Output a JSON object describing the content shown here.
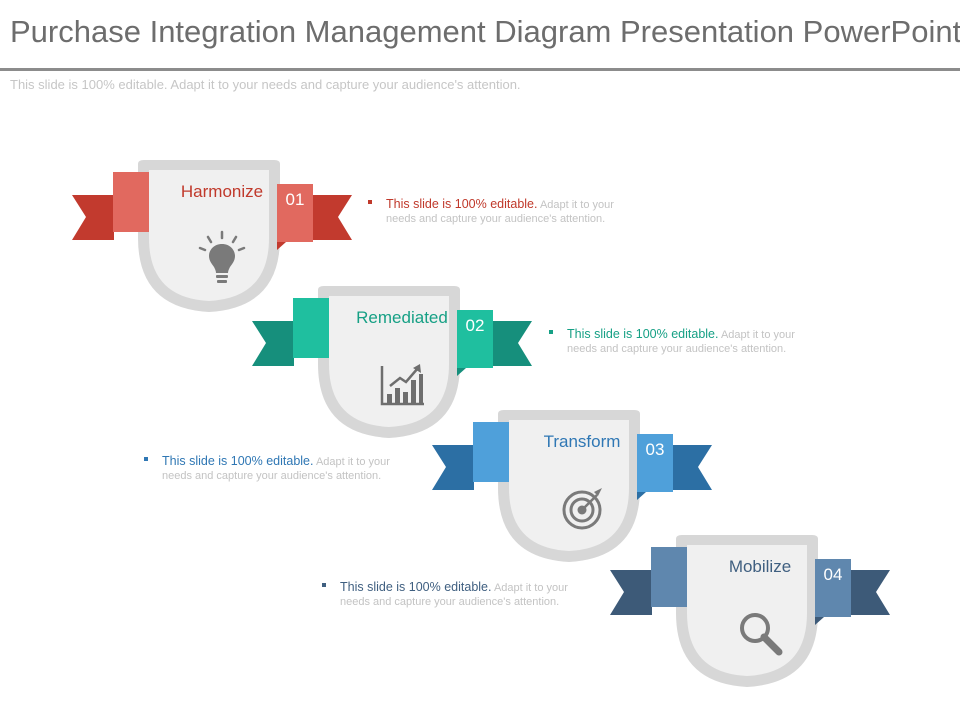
{
  "header": {
    "title": "Purchase Integration Management Diagram Presentation PowerPoint",
    "subtitle": "This slide is 100% editable. Adapt it to your needs and capture your audience's attention."
  },
  "steps": [
    {
      "label": "Harmonize",
      "number": "01",
      "icon": "lightbulb-icon",
      "colors": {
        "dark": "#c23a2e",
        "light": "#e1695f",
        "text": "#c0392b"
      },
      "note": {
        "lead": "This slide is 100% editable.",
        "rest": "Adapt it to your needs and capture your audience's attention."
      }
    },
    {
      "label": "Remediated",
      "number": "02",
      "icon": "growth-chart-icon",
      "colors": {
        "dark": "#168f7c",
        "light": "#1fbf9f",
        "text": "#16a085"
      },
      "note": {
        "lead": "This slide is 100% editable.",
        "rest": "Adapt it to your needs and capture your audience's attention."
      }
    },
    {
      "label": "Transform",
      "number": "03",
      "icon": "target-icon",
      "colors": {
        "dark": "#2c6fa4",
        "light": "#4fa0da",
        "text": "#2f77b4"
      },
      "note": {
        "lead": "This slide is 100% editable.",
        "rest": "Adapt it to your needs and capture your audience's attention."
      }
    },
    {
      "label": "Mobilize",
      "number": "04",
      "icon": "magnifier-icon",
      "colors": {
        "dark": "#3d5a78",
        "light": "#5f87ae",
        "text": "#3f5f80"
      },
      "note": {
        "lead": "This slide is 100% editable.",
        "rest": "Adapt it to your needs and capture your audience's attention."
      }
    }
  ]
}
